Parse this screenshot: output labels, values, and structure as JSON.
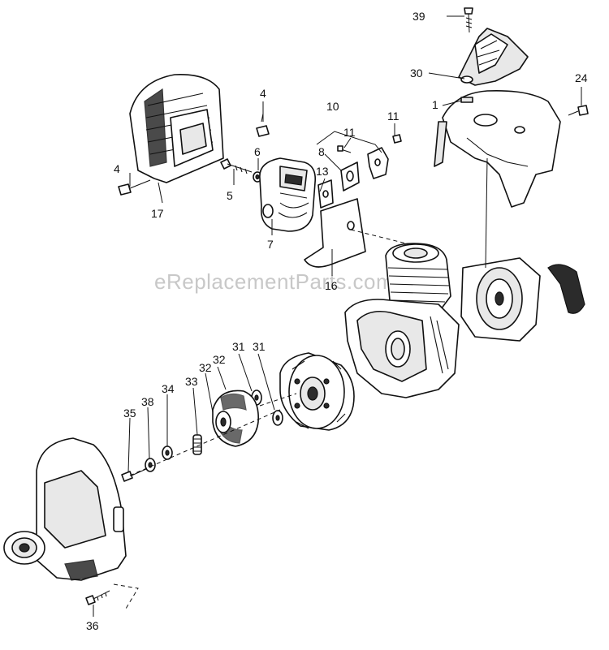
{
  "watermark": "eReplacementParts.com",
  "callouts": {
    "c1": "1",
    "c4a": "4",
    "c4b": "4",
    "c5": "5",
    "c6": "6",
    "c7": "7",
    "c8": "8",
    "c10": "10",
    "c11a": "11",
    "c11b": "11",
    "c13": "13",
    "c16": "16",
    "c17": "17",
    "c24": "24",
    "c30": "30",
    "c31a": "31",
    "c31b": "31",
    "c32a": "32",
    "c32b": "32",
    "c33": "33",
    "c34": "34",
    "c35": "35",
    "c36": "36",
    "c38": "38",
    "c39": "39"
  }
}
